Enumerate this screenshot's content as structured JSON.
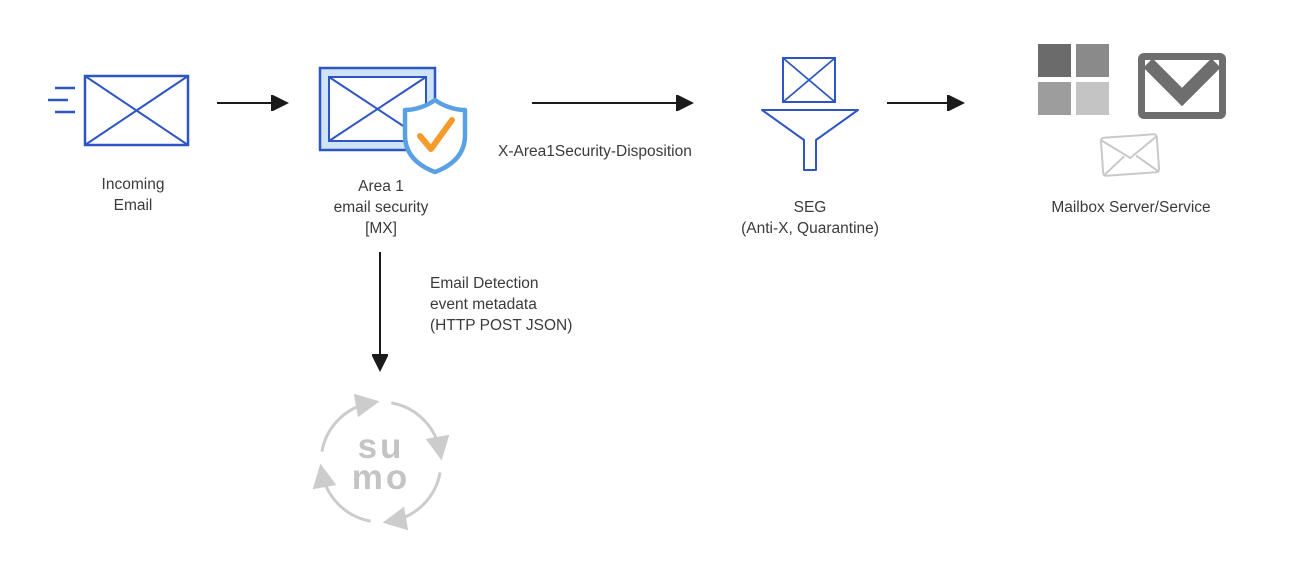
{
  "nodes": {
    "incoming_email": {
      "label_line1": "Incoming",
      "label_line2": "Email"
    },
    "area1": {
      "label_line1": "Area 1",
      "label_line2": "email security",
      "label_line3": "[MX]"
    },
    "seg": {
      "label_line1": "SEG",
      "label_line2": "(Anti-X, Quarantine)"
    },
    "mailbox": {
      "label": "Mailbox Server/Service"
    }
  },
  "edges": {
    "area1_to_seg": {
      "label": "X-Area1Security-Disposition"
    },
    "area1_to_sumo": {
      "label_line1": "Email Detection",
      "label_line2": "event metadata",
      "label_line3": "(HTTP POST JSON)"
    }
  },
  "sumo_logo": {
    "text_line1": "su",
    "text_line2": "mo"
  },
  "icons": {
    "incoming_email": "envelope-with-speed-lines-icon",
    "area1": "envelope-with-shield-check-icon",
    "seg": "funnel-with-envelope-icon",
    "mailbox_microsoft": "microsoft-squares-icon",
    "mailbox_gmail": "gmail-envelope-icon",
    "mailbox_generic": "small-envelope-icon",
    "sumo": "sumo-logic-circular-arrows-logo"
  },
  "colors": {
    "blue": "#2e55c4",
    "light_blue_fill": "#cfe3f6",
    "shield_blue": "#59a1e3",
    "check_orange": "#f59b2c",
    "gray_dark": "#6e6e6e",
    "gray_mid": "#9a9a9a",
    "gray_light": "#c9c9c9",
    "text": "#3b3b3b",
    "arrow_black": "#1a1a1a"
  }
}
